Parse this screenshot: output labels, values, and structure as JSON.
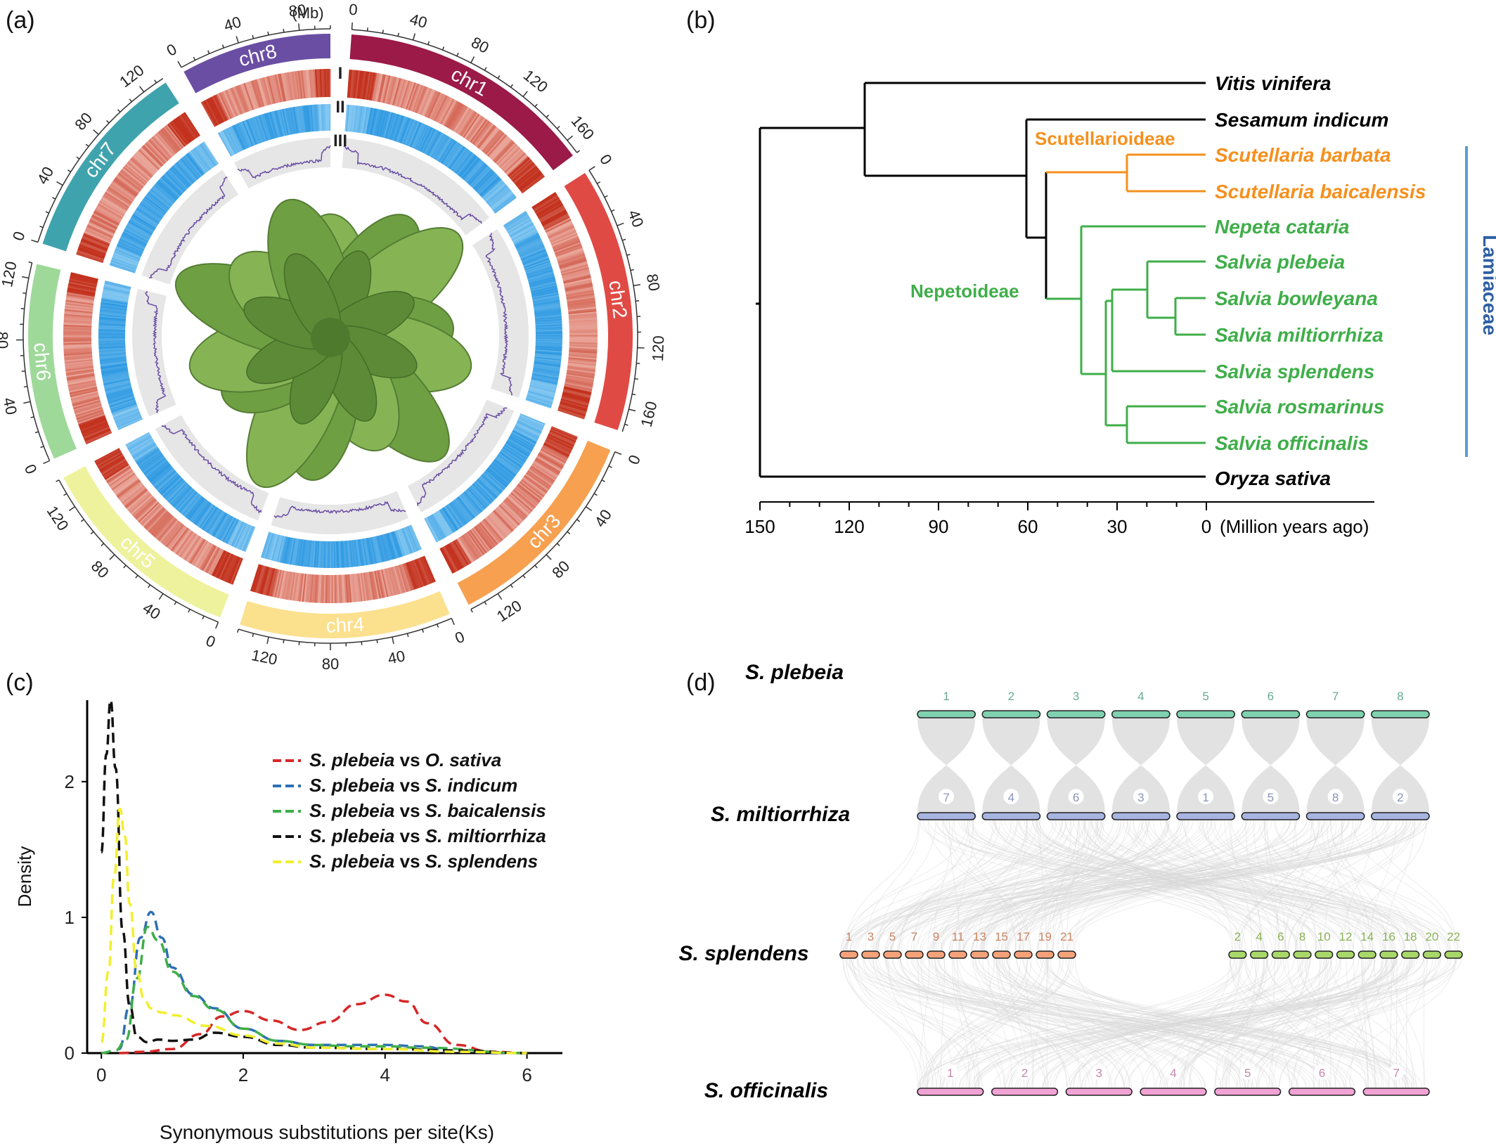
{
  "panel_labels": {
    "a": "(a)",
    "b": "(b)",
    "c": "(c)",
    "d": "(d)"
  },
  "panel_a": {
    "unit_label": "(Mb)",
    "track_labels": [
      "I",
      "II",
      "III"
    ],
    "plant_icon": "plant-rosette-photo",
    "chromosomes": [
      {
        "name": "chr1",
        "color": "#9b1a47",
        "ticks": [
          "0",
          "40",
          "80",
          "120",
          "160"
        ]
      },
      {
        "name": "chr2",
        "color": "#e04a45",
        "ticks": [
          "0",
          "40",
          "80",
          "120",
          "160"
        ]
      },
      {
        "name": "chr3",
        "color": "#f6a050",
        "ticks": [
          "0",
          "40",
          "80",
          "120"
        ]
      },
      {
        "name": "chr4",
        "color": "#fbe08e",
        "ticks": [
          "0",
          "40",
          "80",
          "120"
        ]
      },
      {
        "name": "chr5",
        "color": "#eef29c",
        "ticks": [
          "0",
          "40",
          "80",
          "120"
        ]
      },
      {
        "name": "chr6",
        "color": "#9fd99a",
        "ticks": [
          "0",
          "40",
          "80",
          "120"
        ]
      },
      {
        "name": "chr7",
        "color": "#3fa3ad",
        "ticks": [
          "0",
          "40",
          "80",
          "120"
        ]
      },
      {
        "name": "chr8",
        "color": "#6a4ea3",
        "ticks": [
          "0",
          "40",
          "80"
        ]
      }
    ]
  },
  "panel_b": {
    "axis_ticks": [
      "150",
      "120",
      "90",
      "60",
      "30",
      "0"
    ],
    "axis_unit": "(Million years ago)",
    "clade_labels": {
      "scut": "Scutellarioideae",
      "nep": "Nepetoideae",
      "family": "Lamiaceae"
    },
    "colors": {
      "outgroup": "#000000",
      "scut": "#f5901e",
      "nep": "#3fae49",
      "family_bar": "#5b9bd5"
    },
    "species": [
      "Vitis vinifera",
      "Sesamum indicum",
      "Scutellaria barbata",
      "Scutellaria baicalensis",
      "Nepeta cataria",
      "Salvia plebeia",
      "Salvia bowleyana",
      "Salvia miltiorrhiza",
      "Salvia splendens",
      "Salvia rosmarinus",
      "Salvia officinalis",
      "Oryza sativa"
    ]
  },
  "chart_data": {
    "type": "line",
    "title": "",
    "xlabel": "Synonymous substitutions per site(Ks)",
    "ylabel": "Density",
    "xlim": [
      0,
      6.5
    ],
    "ylim": [
      0,
      2.6
    ],
    "x_ticks": [
      "0",
      "2",
      "4",
      "6"
    ],
    "y_ticks": [
      "0",
      "1",
      "2"
    ],
    "legend_position": "top-right",
    "series": [
      {
        "name_a": "S. plebeia",
        "vs": "vs",
        "name_b": "O. sativa",
        "color": "#d62728",
        "x": [
          0.25,
          0.6,
          1.0,
          1.4,
          1.7,
          2.0,
          2.4,
          2.8,
          3.2,
          3.6,
          4.0,
          4.3,
          4.6,
          5.0,
          5.5,
          6.0
        ],
        "y": [
          0,
          0.01,
          0.03,
          0.14,
          0.27,
          0.31,
          0.24,
          0.17,
          0.23,
          0.36,
          0.43,
          0.38,
          0.22,
          0.06,
          0.01,
          0
        ]
      },
      {
        "name_a": "S. plebeia",
        "vs": "vs",
        "name_b": "S. indicum",
        "color": "#2f6fb5",
        "x": [
          0.25,
          0.4,
          0.55,
          0.7,
          0.85,
          1.0,
          1.3,
          1.6,
          2.0,
          2.5,
          3.0,
          3.5,
          4.0,
          4.5,
          5.0,
          6.0
        ],
        "y": [
          0.03,
          0.35,
          0.85,
          1.04,
          0.85,
          0.63,
          0.43,
          0.33,
          0.18,
          0.09,
          0.06,
          0.06,
          0.06,
          0.05,
          0.01,
          0
        ]
      },
      {
        "name_a": "S. plebeia",
        "vs": "vs",
        "name_b": "S. baicalensis",
        "color": "#3fae49",
        "x": [
          0.0,
          0.2,
          0.35,
          0.5,
          0.65,
          0.8,
          1.0,
          1.3,
          1.6,
          2.0,
          2.5,
          3.0,
          3.5,
          4.0,
          4.5,
          6.0
        ],
        "y": [
          0,
          0.02,
          0.1,
          0.55,
          0.93,
          0.83,
          0.6,
          0.42,
          0.32,
          0.18,
          0.09,
          0.06,
          0.05,
          0.05,
          0.04,
          0
        ]
      },
      {
        "name_a": "S. plebeia",
        "vs": "vs",
        "name_b": "S. miltiorrhiza",
        "color": "#111111",
        "x": [
          0.0,
          0.07,
          0.13,
          0.2,
          0.3,
          0.4,
          0.5,
          0.65,
          0.8,
          1.0,
          1.3,
          1.6,
          2.0,
          2.5,
          3.0,
          4.0,
          5.0,
          6.0
        ],
        "y": [
          1.48,
          2.2,
          2.6,
          2.1,
          0.9,
          0.35,
          0.12,
          0.08,
          0.1,
          0.09,
          0.1,
          0.15,
          0.12,
          0.06,
          0.04,
          0.03,
          0.02,
          0
        ]
      },
      {
        "name_a": "S. plebeia",
        "vs": "vs",
        "name_b": "S. splendens",
        "color": "#f2ef2f",
        "x": [
          0.0,
          0.1,
          0.18,
          0.26,
          0.33,
          0.4,
          0.5,
          0.6,
          0.7,
          0.85,
          1.0,
          1.5,
          2.0,
          2.5,
          3.0,
          4.0,
          5.0,
          6.0
        ],
        "y": [
          0.08,
          0.6,
          1.3,
          1.8,
          1.6,
          1.1,
          0.6,
          0.4,
          0.33,
          0.3,
          0.28,
          0.2,
          0.13,
          0.07,
          0.04,
          0.03,
          0.01,
          0
        ]
      }
    ]
  },
  "panel_d": {
    "colors": {
      "plebeia": "#7fd1b0",
      "milti": "#a8b4e0",
      "spl_left": "#f5a27a",
      "spl_right": "#a8d86a",
      "offic": "#f0a3d4",
      "links": "#d8d8d8"
    },
    "plebeia": {
      "label": "S. plebeia",
      "chroms": [
        "1",
        "2",
        "3",
        "4",
        "5",
        "6",
        "7",
        "8"
      ]
    },
    "miltiorrhiza": {
      "label": "S. miltiorrhiza",
      "chroms": [
        "7",
        "4",
        "6",
        "3",
        "1",
        "5",
        "8",
        "2"
      ]
    },
    "splendens": {
      "label": "S. splendens",
      "chroms_left": [
        "1",
        "3",
        "5",
        "7",
        "9",
        "11",
        "13",
        "15",
        "17",
        "19",
        "21"
      ],
      "chroms_right": [
        "2",
        "4",
        "6",
        "8",
        "10",
        "12",
        "14",
        "16",
        "18",
        "20",
        "22"
      ]
    },
    "officinalis": {
      "label": "S. officinalis",
      "chroms": [
        "1",
        "2",
        "3",
        "4",
        "5",
        "6",
        "7"
      ]
    }
  }
}
